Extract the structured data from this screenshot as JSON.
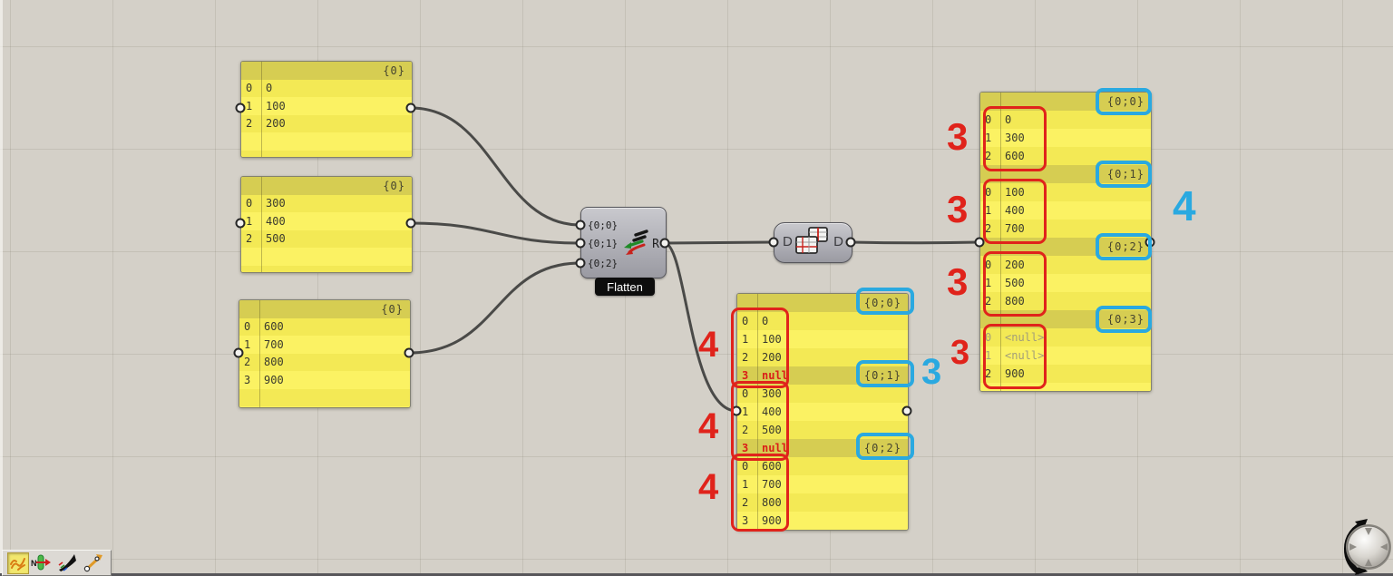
{
  "colors": {
    "red": "#e0231b",
    "cyan": "#2aa9e0",
    "panel_light": "#fbf263",
    "panel_dark": "#f3e955",
    "panel_band": "#d6cd52",
    "wire": "#4a4a48"
  },
  "panels": {
    "top_left": {
      "rows": [
        {
          "band": "{0}"
        },
        {
          "i": "0",
          "v": "0"
        },
        {
          "i": "1",
          "v": "100"
        },
        {
          "i": "2",
          "v": "200"
        },
        {},
        {}
      ]
    },
    "mid_left": {
      "rows": [
        {
          "band": "{0}"
        },
        {
          "i": "0",
          "v": "300"
        },
        {
          "i": "1",
          "v": "400"
        },
        {
          "i": "2",
          "v": "500"
        },
        {},
        {}
      ]
    },
    "bottom_left": {
      "rows": [
        {
          "band": "{0}"
        },
        {
          "i": "0",
          "v": "600"
        },
        {
          "i": "1",
          "v": "700"
        },
        {
          "i": "2",
          "v": "800"
        },
        {
          "i": "3",
          "v": "900"
        },
        {},
        {}
      ]
    },
    "middle": {
      "rows": [
        {
          "band": "{0;0}"
        },
        {
          "i": "0",
          "v": "0"
        },
        {
          "i": "1",
          "v": "100"
        },
        {
          "i": "2",
          "v": "200"
        },
        {
          "band": "{0;1}",
          "i": "3",
          "v": "null",
          "cls": "red"
        },
        {
          "i": "0",
          "v": "300"
        },
        {
          "i": "1",
          "v": "400"
        },
        {
          "i": "2",
          "v": "500"
        },
        {
          "band": "{0;2}",
          "i": "3",
          "v": "null",
          "cls": "red"
        },
        {
          "i": "0",
          "v": "600"
        },
        {
          "i": "1",
          "v": "700"
        },
        {
          "i": "2",
          "v": "800"
        },
        {
          "i": "3",
          "v": "900"
        }
      ]
    },
    "right": {
      "rows": [
        {
          "band": "{0;0}"
        },
        {
          "i": "0",
          "v": "0"
        },
        {
          "i": "1",
          "v": "300"
        },
        {
          "i": "2",
          "v": "600"
        },
        {
          "band": "{0;1}"
        },
        {
          "i": "0",
          "v": "100"
        },
        {
          "i": "1",
          "v": "400"
        },
        {
          "i": "2",
          "v": "700"
        },
        {
          "band": "{0;2}"
        },
        {
          "i": "0",
          "v": "200"
        },
        {
          "i": "1",
          "v": "500"
        },
        {
          "i": "2",
          "v": "800"
        },
        {
          "band": "{0;3}"
        },
        {
          "i": "0",
          "v": "<null>",
          "cls": "null"
        },
        {
          "i": "1",
          "v": "<null>",
          "cls": "null"
        },
        {
          "i": "2",
          "v": "900"
        },
        {}
      ]
    }
  },
  "flatten": {
    "inputs": [
      "{0;0}",
      "{0;1}",
      "{0;2}"
    ],
    "output": "R",
    "label": "Flatten"
  },
  "d_component": {
    "input": "D",
    "output": "D"
  },
  "annotations": {
    "mid_counts": [
      "4",
      "4",
      "4"
    ],
    "right_counts": [
      "3",
      "3",
      "3",
      "3"
    ],
    "cyan_branch_count": "3",
    "cyan_total_count": "4"
  }
}
